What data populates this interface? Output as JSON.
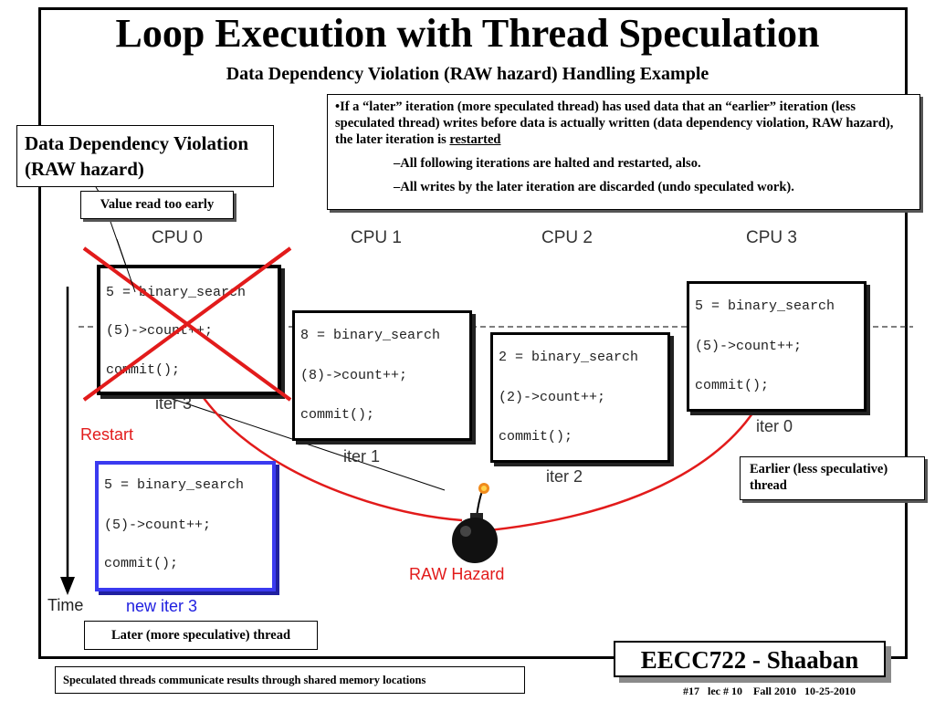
{
  "title": "Loop Execution with Thread Speculation",
  "subtitle": "Data Dependency Violation (RAW hazard) Handling Example",
  "info_box": {
    "main": "•If a “later” iteration (more speculated thread) has used data that an “earlier” iteration (less speculated thread) writes before data is actually written  (data dependency violation, RAW hazard), the later iteration is ",
    "main_emphasis": "restarted",
    "sub1": "–All following iterations are halted and restarted, also.",
    "sub2": "–All writes by the later iteration are discarded (undo speculated work)."
  },
  "callouts": {
    "ddv": "Data Dependency Violation (RAW hazard)",
    "value_read": "Value read too early",
    "earlier": "Earlier (less speculative) thread",
    "later": "Later (more speculative) thread"
  },
  "cpus": [
    "CPU 0",
    "CPU 1",
    "CPU 2",
    "CPU 3"
  ],
  "code_blocks": {
    "cpu0": [
      "5 = binary_search",
      "(5)->count++;",
      "commit();"
    ],
    "cpu1": [
      "8 = binary_search",
      "(8)->count++;",
      "commit();"
    ],
    "cpu2": [
      "2 = binary_search",
      "(2)->count++;",
      "commit();"
    ],
    "cpu3": [
      "5 = binary_search",
      "(5)->count++;",
      "commit();"
    ],
    "new3": [
      "5 = binary_search",
      "(5)->count++;",
      "commit();"
    ]
  },
  "iter_labels": {
    "cpu0": "iter 3",
    "cpu1": "iter 1",
    "cpu2": "iter 2",
    "cpu3": "iter 0",
    "new": "new iter 3"
  },
  "restart_label": "Restart",
  "raw_hazard_label": "RAW Hazard",
  "time_label": "Time",
  "footer_note": "Speculated threads communicate results through shared memory locations",
  "brand": "EECC722 - Shaaban",
  "page_footer": "#17   lec # 10    Fall 2010   10-25-2010",
  "colors": {
    "hazard_red": "#e21b1b",
    "new_iter_blue": "#3a3af0"
  }
}
